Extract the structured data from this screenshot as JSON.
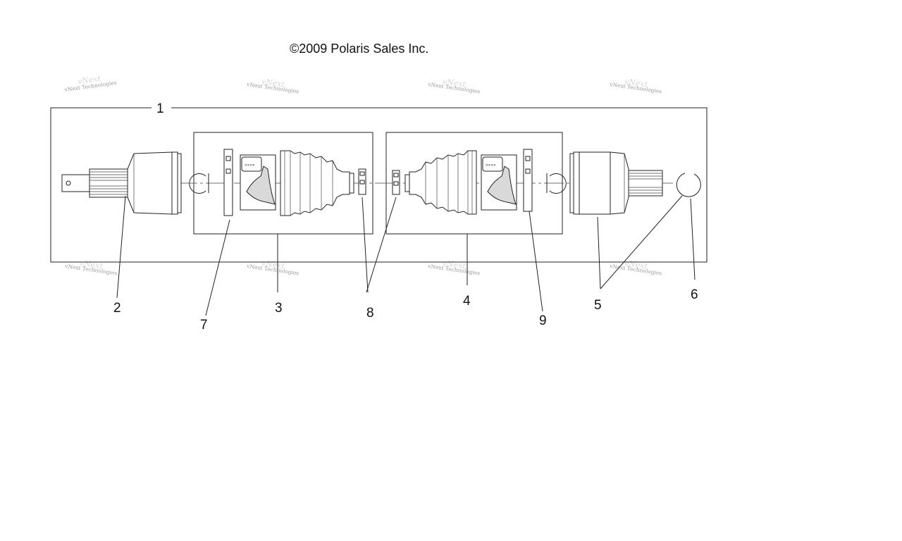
{
  "copyright": "©2009 Polaris Sales Inc.",
  "watermark": {
    "text": "vNext Technologies",
    "ghost": "vNext"
  },
  "callouts": [
    {
      "id": "1",
      "label": "1"
    },
    {
      "id": "2",
      "label": "2"
    },
    {
      "id": "3",
      "label": "3"
    },
    {
      "id": "4",
      "label": "4"
    },
    {
      "id": "5",
      "label": "5"
    },
    {
      "id": "6",
      "label": "6"
    },
    {
      "id": "7",
      "label": "7"
    },
    {
      "id": "8",
      "label": "8"
    },
    {
      "id": "9",
      "label": "9"
    }
  ],
  "icons": [
    "grease-packet-icon",
    "retaining-ring-icon",
    "boot-clamp-icon"
  ]
}
